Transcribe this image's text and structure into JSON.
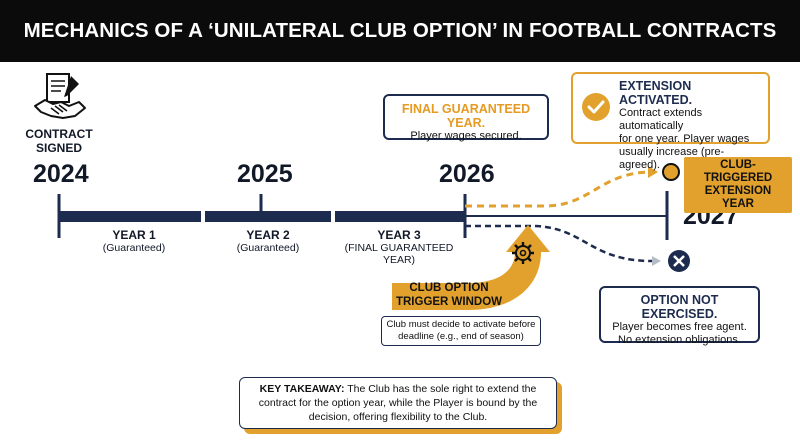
{
  "title": "MECHANICS OF A ‘UNILATERAL CLUB OPTION’ IN FOOTBALL CONTRACTS",
  "signing": {
    "label_line1": "CONTRACT",
    "label_line2": "SIGNED",
    "icon": "contract-handshake-icon"
  },
  "years": {
    "y2024": "2024",
    "y2025": "2025",
    "y2026": "2026",
    "y2027": "2027"
  },
  "periods": [
    {
      "title": "YEAR 1",
      "subtitle": "(Guaranteed)"
    },
    {
      "title": "YEAR 2",
      "subtitle": "(Guaranteed)"
    },
    {
      "title": "YEAR 3",
      "subtitle_line1": "(FINAL GUARANTEED",
      "subtitle_line2": "YEAR)"
    }
  ],
  "final_year_card": {
    "title": "FINAL GUARANTEED YEAR.",
    "body": "Player wages secured."
  },
  "extension_card": {
    "title": "EXTENSION ACTIVATED.",
    "body_line1": "Contract extends automatically",
    "body_line2": "for one year. Player wages",
    "body_line3": "usually increase (pre-agreed).",
    "icon": "check-circle-icon"
  },
  "club_extension_label": {
    "line1": "CLUB-TRIGGERED",
    "line2": "EXTENSION YEAR"
  },
  "trigger": {
    "label_line1": "CLUB OPTION",
    "label_line2": "TRIGGER WINDOW",
    "note_line1": "Club must decide to activate before",
    "note_line2": "deadline (e.g., end of season)",
    "icon": "gear-icon"
  },
  "not_exercised_card": {
    "title": "OPTION NOT EXERCISED.",
    "body_line1": "Player becomes free agent.",
    "body_line2": "No extension obligations.",
    "icon": "x-circle-icon"
  },
  "takeaway": {
    "lead": "KEY TAKEAWAY:",
    "text1": " The Club has the sole right to extend the",
    "line2": "contract for the option year, while the Player is bound by the",
    "line3": "decision, offering flexibility to the Club."
  },
  "colors": {
    "navy": "#1d2c4e",
    "orange": "#e1a12c",
    "gray": "#b5bcc8",
    "header": "#0b0b0b"
  }
}
